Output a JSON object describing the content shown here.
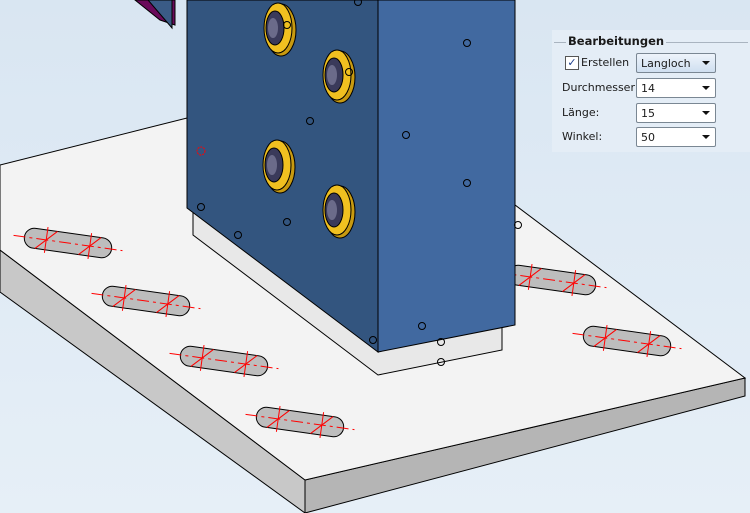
{
  "panel": {
    "title": "Bearbeitungen",
    "create": {
      "label": "Erstellen",
      "checked": true,
      "type_value": "Langloch"
    },
    "fields": [
      {
        "label": "Durchmesser:",
        "value": "14"
      },
      {
        "label": "Länge:",
        "value": "15"
      },
      {
        "label": "Winkel:",
        "value": "50"
      }
    ]
  },
  "colors": {
    "background": "#dfeaf4",
    "plate": "#f3f3f3",
    "column_front": "#33557f",
    "column_side": "#4169a0",
    "bolt": "#f0c020",
    "slot_marker": "#ff0000"
  }
}
